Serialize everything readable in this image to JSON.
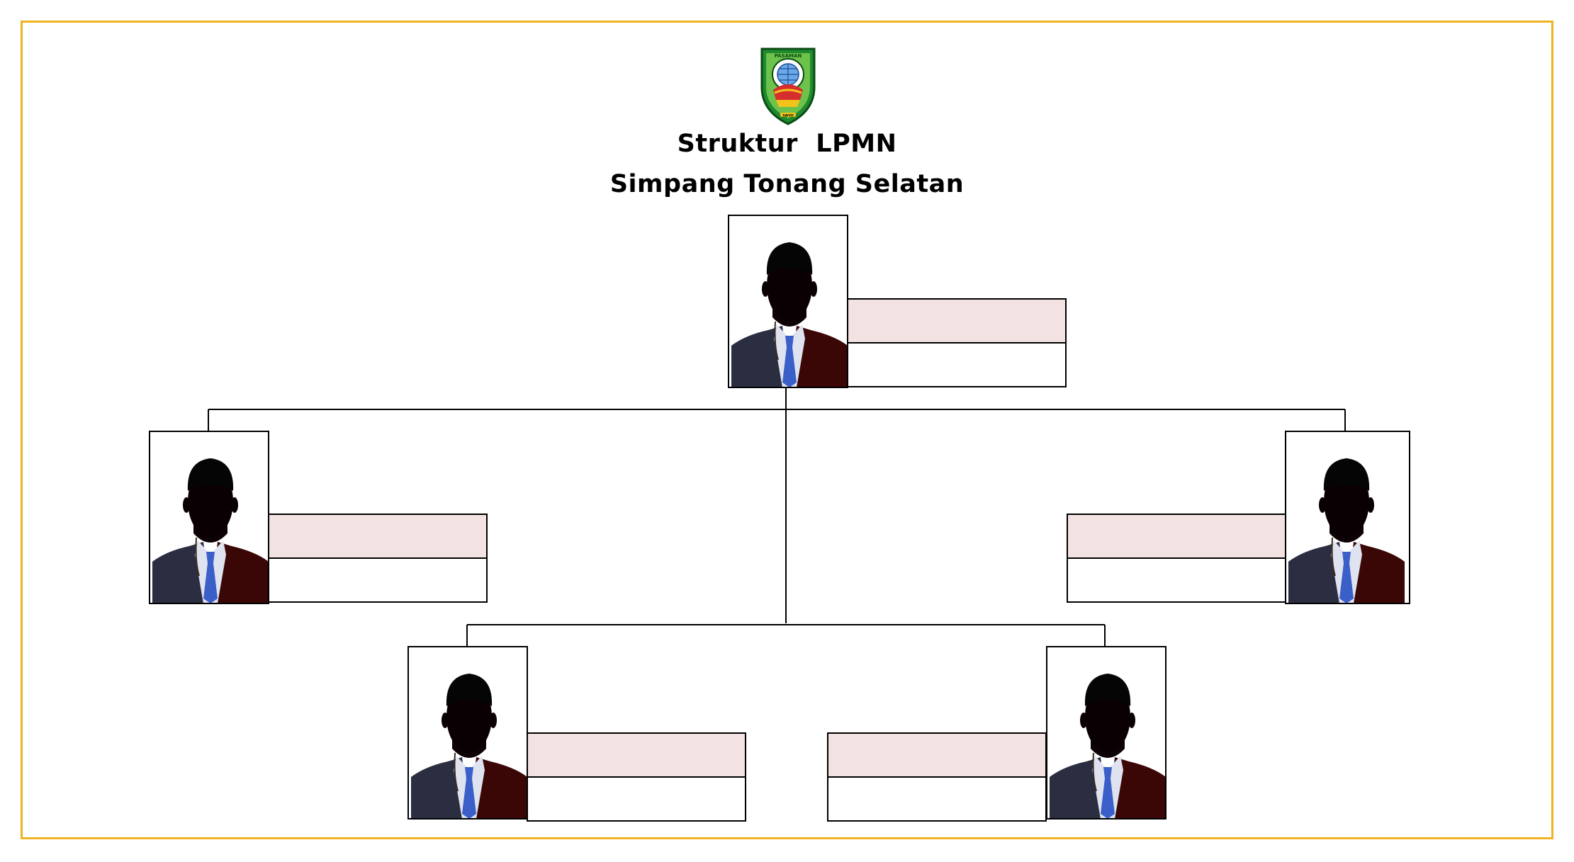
{
  "header": {
    "title_line1": "Struktur  LPMN",
    "title_line2": "Simpang Tonang Selatan"
  },
  "logo": {
    "icon": "pasaman-regency-emblem-icon",
    "text_top": "PASAMAN",
    "text_bottom": "SAIYO"
  },
  "colors": {
    "frame": "#f0b323",
    "position_fill": "#f2e2e2",
    "line": "#000000"
  },
  "nodes": [
    {
      "id": "chair",
      "position": "",
      "name": ""
    },
    {
      "id": "left-member",
      "position": "",
      "name": ""
    },
    {
      "id": "right-member",
      "position": "",
      "name": ""
    },
    {
      "id": "bottom-left-member",
      "position": "",
      "name": ""
    },
    {
      "id": "bottom-right-member",
      "position": "",
      "name": ""
    }
  ]
}
